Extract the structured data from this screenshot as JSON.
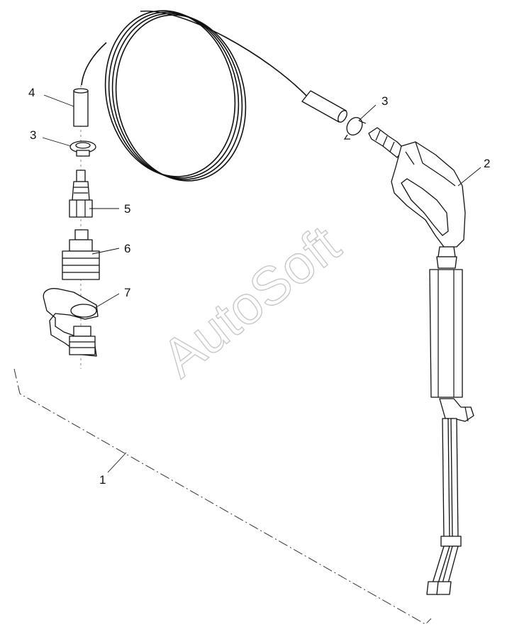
{
  "watermark": "AutoSoft",
  "callouts": [
    {
      "id": "c1",
      "label": "1"
    },
    {
      "id": "c2",
      "label": "2"
    },
    {
      "id": "c3a",
      "label": "3"
    },
    {
      "id": "c3b",
      "label": "3"
    },
    {
      "id": "c4",
      "label": "4"
    },
    {
      "id": "c5",
      "label": "5"
    },
    {
      "id": "c6",
      "label": "6"
    },
    {
      "id": "c7",
      "label": "7"
    }
  ]
}
